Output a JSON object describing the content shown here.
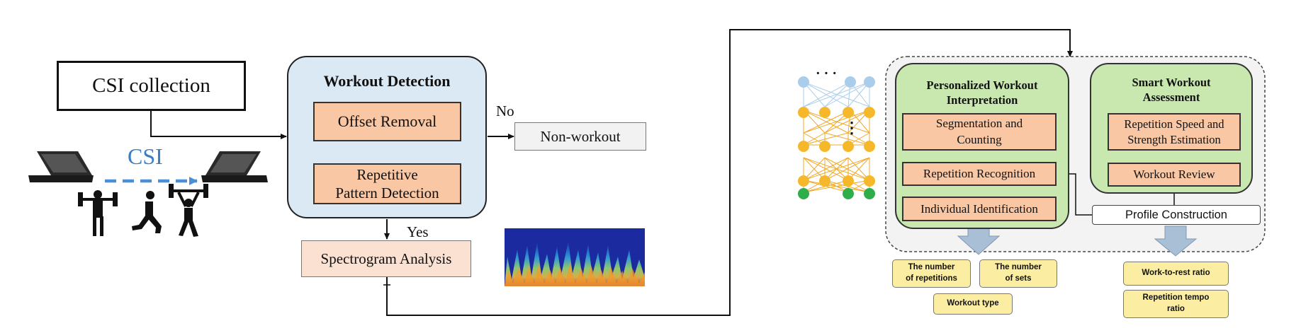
{
  "csi": {
    "collection_label": "CSI collection",
    "signal_label": "CSI"
  },
  "workout_detection": {
    "title": "Workout Detection",
    "offset_removal": "Offset Removal",
    "repetitive_line1": "Repetitive",
    "repetitive_line2": "Pattern Detection"
  },
  "branches": {
    "no_label": "No",
    "yes_label": "Yes",
    "non_workout": "Non-workout"
  },
  "spectrogram": {
    "label": "Spectrogram Analysis"
  },
  "network": {
    "ellipsis_top": "· · ·",
    "ellipsis_middle": "⋮"
  },
  "personalized": {
    "title_line1": "Personalized Workout",
    "title_line2": "Interpretation",
    "segmentation_line1": "Segmentation and",
    "segmentation_line2": "Counting",
    "repetition_recognition": "Repetition Recognition",
    "individual_identification": "Individual Identification"
  },
  "smart": {
    "title_line1": "Smart Workout",
    "title_line2": "Assessment",
    "speed_line1": "Repetition Speed and",
    "speed_line2": "Strength Estimation",
    "workout_review": "Workout Review",
    "profile_construction": "Profile Construction"
  },
  "outputs": {
    "repetitions_line1": "The number",
    "repetitions_line2": "of repetitions",
    "sets_line1": "The number",
    "sets_line2": "of sets",
    "workout_type": "Workout type",
    "work_to_rest": "Work-to-rest ratio",
    "tempo_line1": "Repetition tempo",
    "tempo_line2": "ratio"
  },
  "colors": {
    "blue_panel": "#dbe9f5",
    "orange_box": "#f9c7a3",
    "green_panel": "#c9e8b0",
    "yellow_box": "#fbeea2",
    "csi_blue": "#3b7dc4",
    "node_blue": "#a9cdea",
    "node_yellow": "#f5b82a",
    "node_green": "#2eae4a",
    "down_arrow": "#a9bfd6"
  },
  "icons": [
    "laptop-icon",
    "weightlifter-icon",
    "squat-person-icon",
    "overhead-press-icon"
  ]
}
